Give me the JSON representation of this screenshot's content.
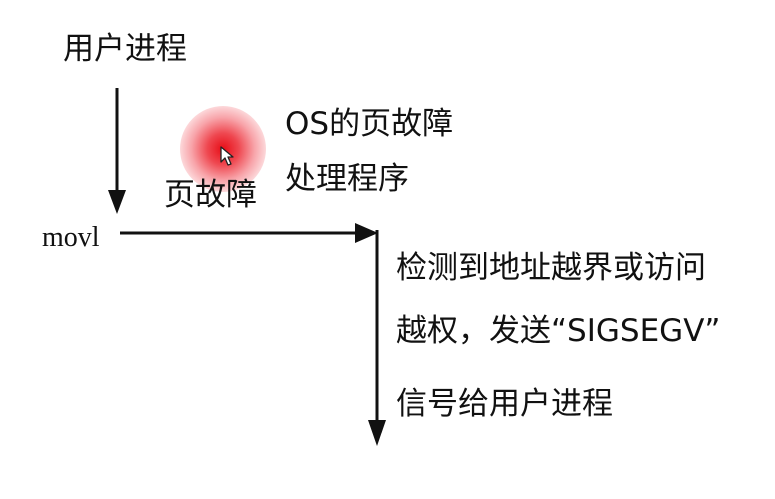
{
  "labels": {
    "user_process_top": "用户进程",
    "instruction": "movl",
    "page_fault": "页故障",
    "os_handler_line1": "OS的页故障",
    "os_handler_line2": "处理程序",
    "result_line1": "检测到地址越界或访问",
    "result_line2": "越权，发送“SIGSEGV”",
    "result_line3": "信号给用户进程"
  },
  "colors": {
    "text": "#111111",
    "arrow": "#111111",
    "pointer_highlight": "#e6000a"
  },
  "icons": {
    "pointer": "mouse-pointer-icon"
  }
}
